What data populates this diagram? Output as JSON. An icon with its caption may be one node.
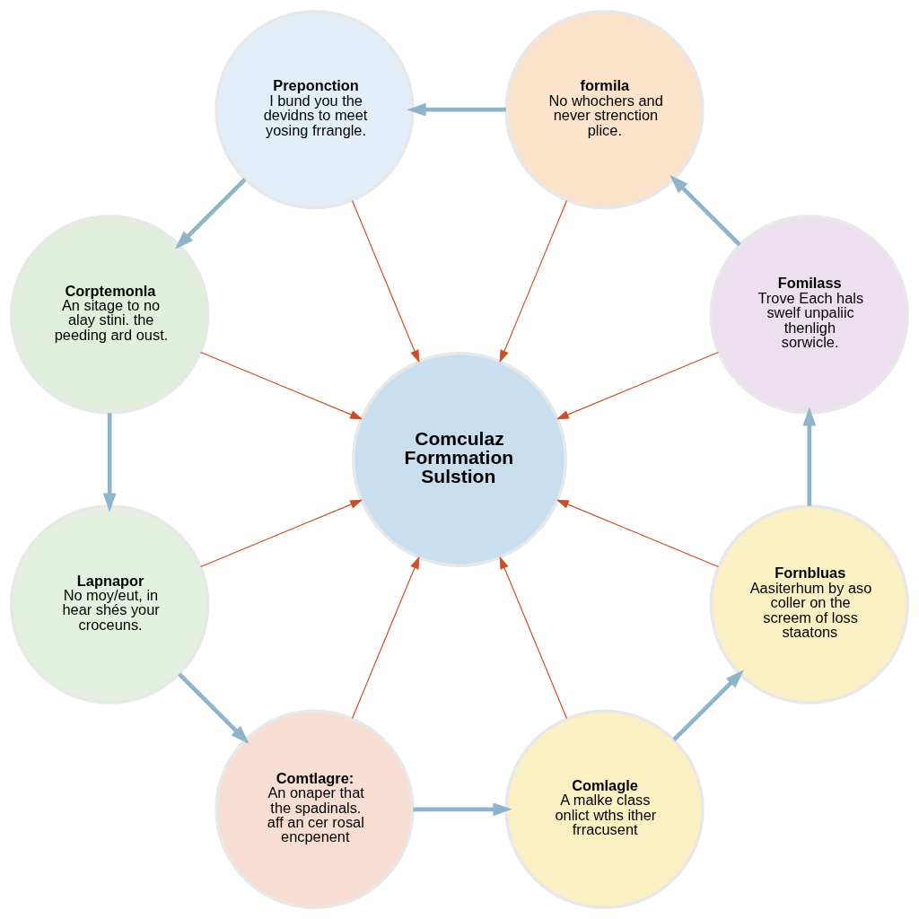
{
  "diagram": {
    "nodes": [
      {
        "text": [
          "Comculaz Formmation Sulstion"
        ]
      },
      {
        "text": [
          "Fomilass",
          "Trove Each hals swelf unpaliic thenligh sorwicle."
        ]
      },
      {
        "text": [
          "formila",
          "No whochers and never strenction plice."
        ]
      },
      {
        "text": [
          "Preponction",
          "I bund you the devidns to meet yosing frrangle."
        ]
      },
      {
        "text": [
          "Corptemonla",
          "An sitage to no alay stini. the peeding ard oust."
        ]
      },
      {
        "text": [
          "Lapnapor",
          "No moy/eut, in hear shés your croceuns."
        ]
      },
      {
        "text": [
          "Comtlagre:",
          "An onaper that the spadinals. aff an cer rosal encpenent"
        ]
      },
      {
        "text": [
          "Comlagle",
          "A malke class onlict wths ither frracusent"
        ]
      },
      {
        "text": [
          "Fornbluas",
          "Aasiterhum by aso coller on the screem of loss staatons"
        ]
      }
    ],
    "edges": [
      {
        "from": 8,
        "to": 1,
        "arrow": "to",
        "style": "thick",
        "color": "#8fb3c8"
      },
      {
        "from": 1,
        "to": 2,
        "arrow": "to",
        "style": "thick",
        "color": "#8fb3c8"
      },
      {
        "from": 2,
        "to": 3,
        "arrow": "to",
        "style": "thick",
        "color": "#8fb3c8"
      },
      {
        "from": 3,
        "to": 4,
        "arrow": "to",
        "style": "thick",
        "color": "#8fb3c8"
      },
      {
        "from": 4,
        "to": 5,
        "arrow": "to",
        "style": "thick",
        "color": "#8fb3c8"
      },
      {
        "from": 5,
        "to": 6,
        "arrow": "to",
        "style": "thick",
        "color": "#8fb3c8"
      },
      {
        "from": 6,
        "to": 7,
        "arrow": "to",
        "style": "thick",
        "color": "#8fb3c8"
      },
      {
        "from": 7,
        "to": 8,
        "arrow": "to",
        "style": "thick",
        "color": "#8fb3c8"
      },
      {
        "from": 1,
        "to": 0,
        "arrow": "to",
        "color": "#c8502a"
      },
      {
        "from": 2,
        "to": 0,
        "arrow": "to",
        "color": "#c8502a"
      },
      {
        "from": 3,
        "to": 0,
        "arrow": "to",
        "color": "#c8502a"
      },
      {
        "from": 4,
        "to": 0,
        "arrow": "to",
        "color": "#c8502a"
      },
      {
        "from": 5,
        "to": 0,
        "arrow": "to",
        "color": "#c8502a"
      },
      {
        "from": 6,
        "to": 0,
        "arrow": "to",
        "color": "#c8502a"
      },
      {
        "from": 7,
        "to": 0,
        "arrow": "to",
        "color": "#c8502a"
      },
      {
        "from": 8,
        "to": 0,
        "arrow": "to",
        "color": "#c8502a"
      }
    ]
  }
}
